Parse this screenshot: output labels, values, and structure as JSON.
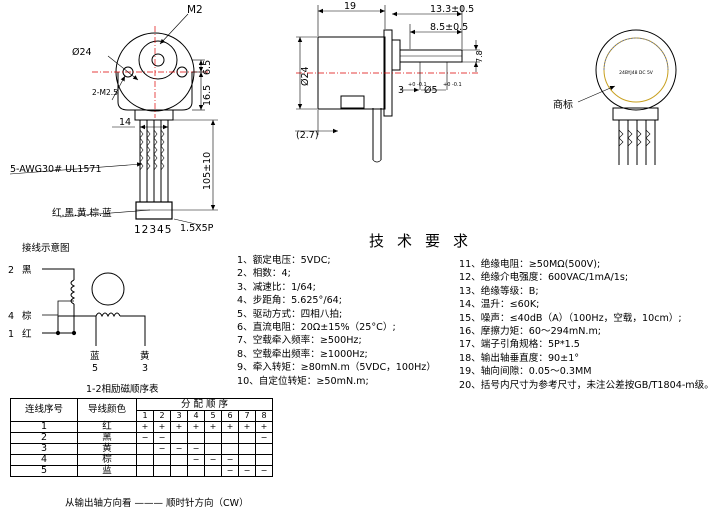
{
  "dims_front": {
    "m2": "M2",
    "phi24": "Ø24",
    "dim_65": "6.5",
    "dim_165": "16.5",
    "mount_holes": "2-M2.5",
    "dim_14": "14",
    "dim_105": "105±10",
    "wire_spec": "5-AWG30# UL1571",
    "wire_colors": "红.黑.黄.棕.蓝",
    "connector": "1.5X5P",
    "pins": "12345"
  },
  "dims_side": {
    "dim_19": "19",
    "dim_133": "13.3±0.5",
    "dim_85": "8.5±0.5",
    "phi24": "Ø24",
    "dim_78": "7.8",
    "shaft_3": "3",
    "shaft_3_tol": "+0 -0.1",
    "shaft_phi5": "Ø5",
    "shaft_phi5_tol": "+0 -0.1",
    "dim_27": "(2.7)"
  },
  "trademark": "商标",
  "label_text": "24BYJ48 DC 5V",
  "wiring": {
    "title": "接线示意图",
    "left": [
      {
        "num": "2",
        "color": "黑"
      },
      {
        "num": "4",
        "color": "棕"
      },
      {
        "num": "1",
        "color": "红"
      }
    ],
    "bottom": [
      {
        "color": "蓝",
        "num": "5"
      },
      {
        "color": "黄",
        "num": "3"
      }
    ]
  },
  "spec_title": "技术要求",
  "specs_left": [
    "1、额定电压：5VDC;",
    "2、相数：4;",
    "3、减速比：1/64;",
    "4、步距角：5.625°/64;",
    "5、驱动方式：四相八拍;",
    "6、直流电阻：20Ω±15%（25°C）;",
    "7、空载牵入频率：≥500Hz;",
    "8、空载牵出频率：≥1000Hz;",
    "9、牵入转矩：≥80mN.m（5VDC，100Hz）",
    "10、自定位转矩：≥50mN.m;"
  ],
  "specs_right": [
    "11、绝缘电阻：≥50MΩ(500V);",
    "12、绝缘介电强度：600VAC/1mA/1s;",
    "13、绝缘等级：B;",
    "14、温升：≤60K;",
    "15、噪声：≤40dB（A）（100Hz，空载，10cm）;",
    "16、摩擦力矩：60～294mN.m;",
    "17、端子引角规格：5P*1.5",
    "18、输出轴垂直度：90±1°",
    "19、轴向间隙：0.05～0.3MM",
    "20、括号内尺寸为参考尺寸，未注公差按GB/T1804-m级。"
  ],
  "table": {
    "caption": "1-2相励磁顺序表",
    "col1": "连线序号",
    "col2": "导线颜色",
    "group": "分 配 顺 序",
    "steps": [
      "1",
      "2",
      "3",
      "4",
      "5",
      "6",
      "7",
      "8"
    ],
    "rows": [
      {
        "n": "1",
        "color": "红",
        "seq": [
          "+",
          "+",
          "+",
          "+",
          "+",
          "+",
          "+",
          "+"
        ]
      },
      {
        "n": "2",
        "color": "黑",
        "seq": [
          "−",
          "−",
          "",
          "",
          "",
          "",
          "",
          "−"
        ]
      },
      {
        "n": "3",
        "color": "黄",
        "seq": [
          "",
          "−",
          "−",
          "−",
          "",
          "",
          "",
          ""
        ]
      },
      {
        "n": "4",
        "color": "棕",
        "seq": [
          "",
          "",
          "",
          "−",
          "−",
          "−",
          "",
          ""
        ]
      },
      {
        "n": "5",
        "color": "蓝",
        "seq": [
          "",
          "",
          "",
          "",
          "",
          "−",
          "−",
          "−"
        ]
      }
    ],
    "footer": "从输出轴方向看 ——— 顺时针方向（CW）"
  }
}
